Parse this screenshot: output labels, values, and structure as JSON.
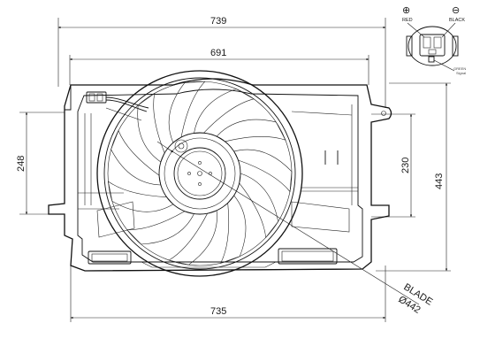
{
  "dimensions": {
    "overall_width": "739",
    "shroud_width": "691",
    "bottom_width": "735",
    "left_height": "248",
    "inner_height": "230",
    "overall_height": "443",
    "blade_label": "BLADE",
    "blade_diameter": "Ø442"
  },
  "connector": {
    "positive_symbol": "⊕",
    "negative_symbol": "⊖",
    "positive_label": "RED",
    "negative_label": "BLACK",
    "signal_label": "GREEN",
    "signal_sublabel": "Signal"
  }
}
